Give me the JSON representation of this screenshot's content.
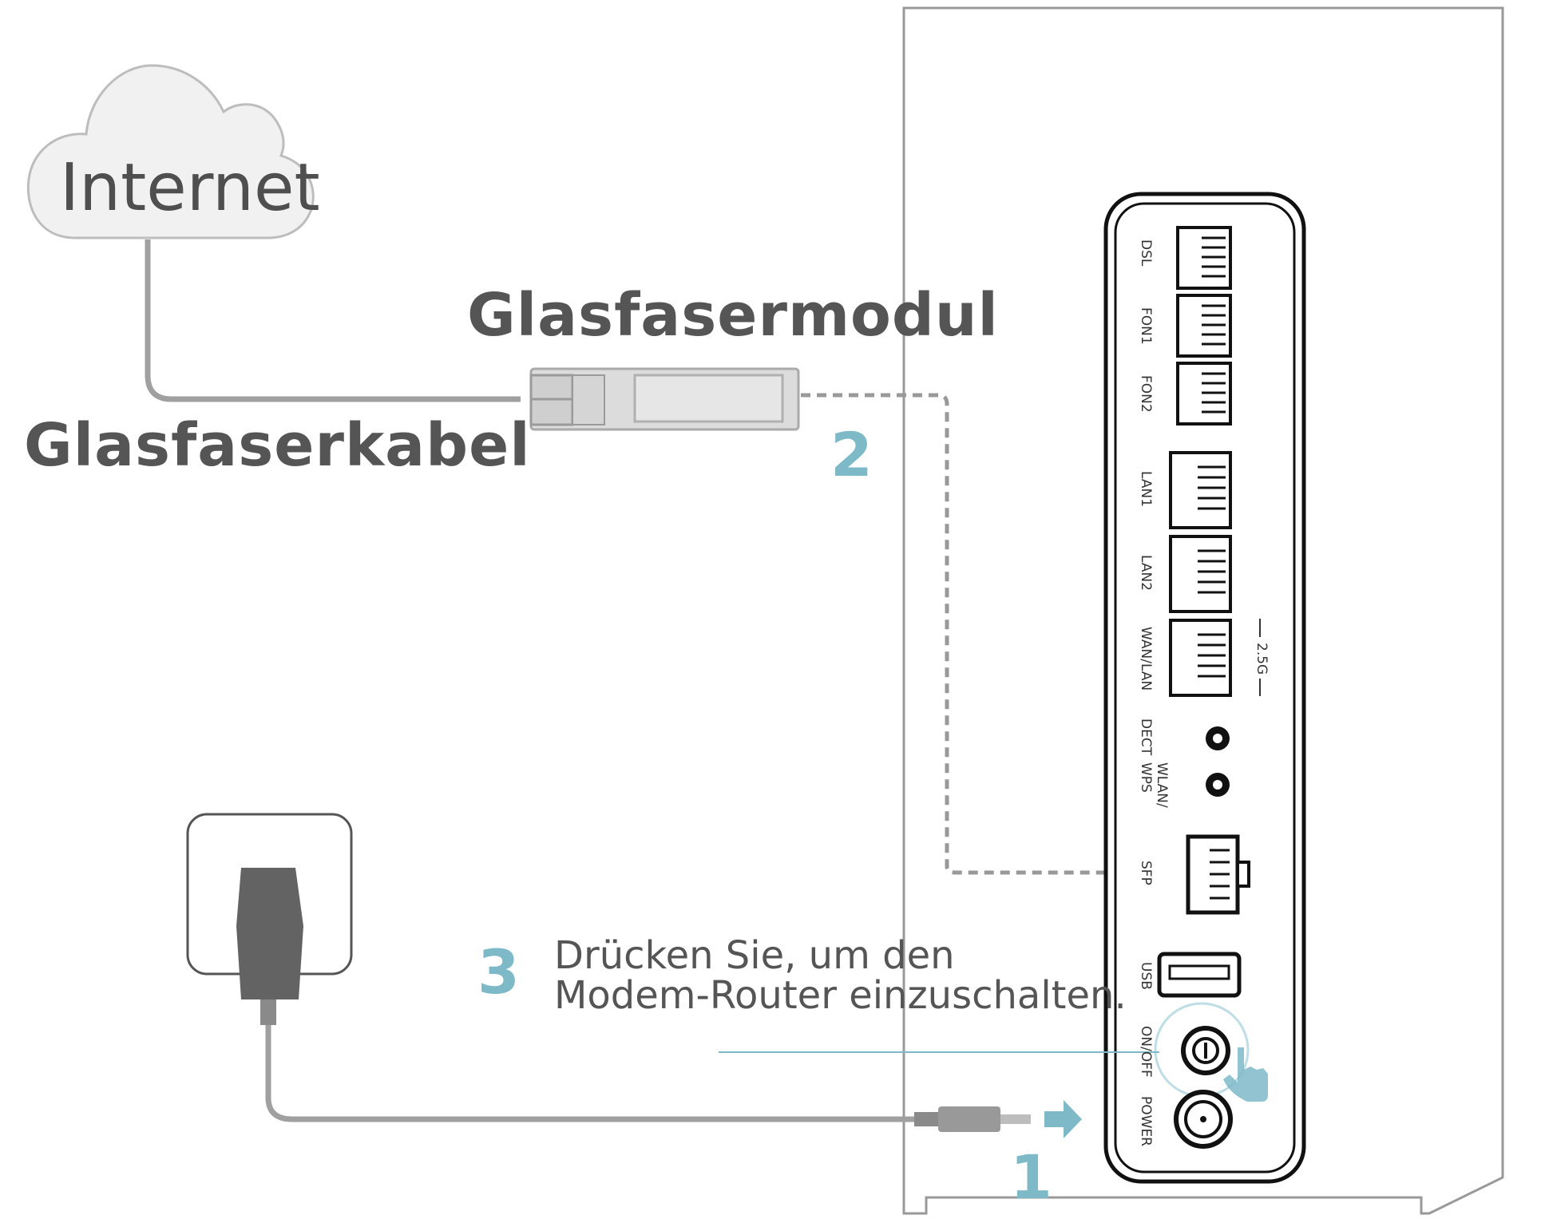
{
  "cloud": {
    "label": "Internet"
  },
  "fiber_cable": {
    "label": "Glasfaserkabel"
  },
  "fiber_module": {
    "label": "Glasfasermodul"
  },
  "steps": [
    {
      "number": "1"
    },
    {
      "number": "2"
    },
    {
      "number": "3",
      "text_line1": "Drücken Sie, um den",
      "text_line2": "Modem-Router einzuschalten."
    }
  ],
  "router": {
    "ports": [
      "DSL",
      "FON1",
      "FON2",
      "LAN1",
      "LAN2",
      "WAN/LAN",
      "DECT",
      "WLAN/ WPS",
      "SFP",
      "USB",
      "ON/OFF",
      "POWER"
    ],
    "speed_label": "2.5G"
  },
  "colors": {
    "accent": "#7eb9c8",
    "line": "#a0a0a0",
    "text": "#555555",
    "module": "#d9d9d9"
  }
}
